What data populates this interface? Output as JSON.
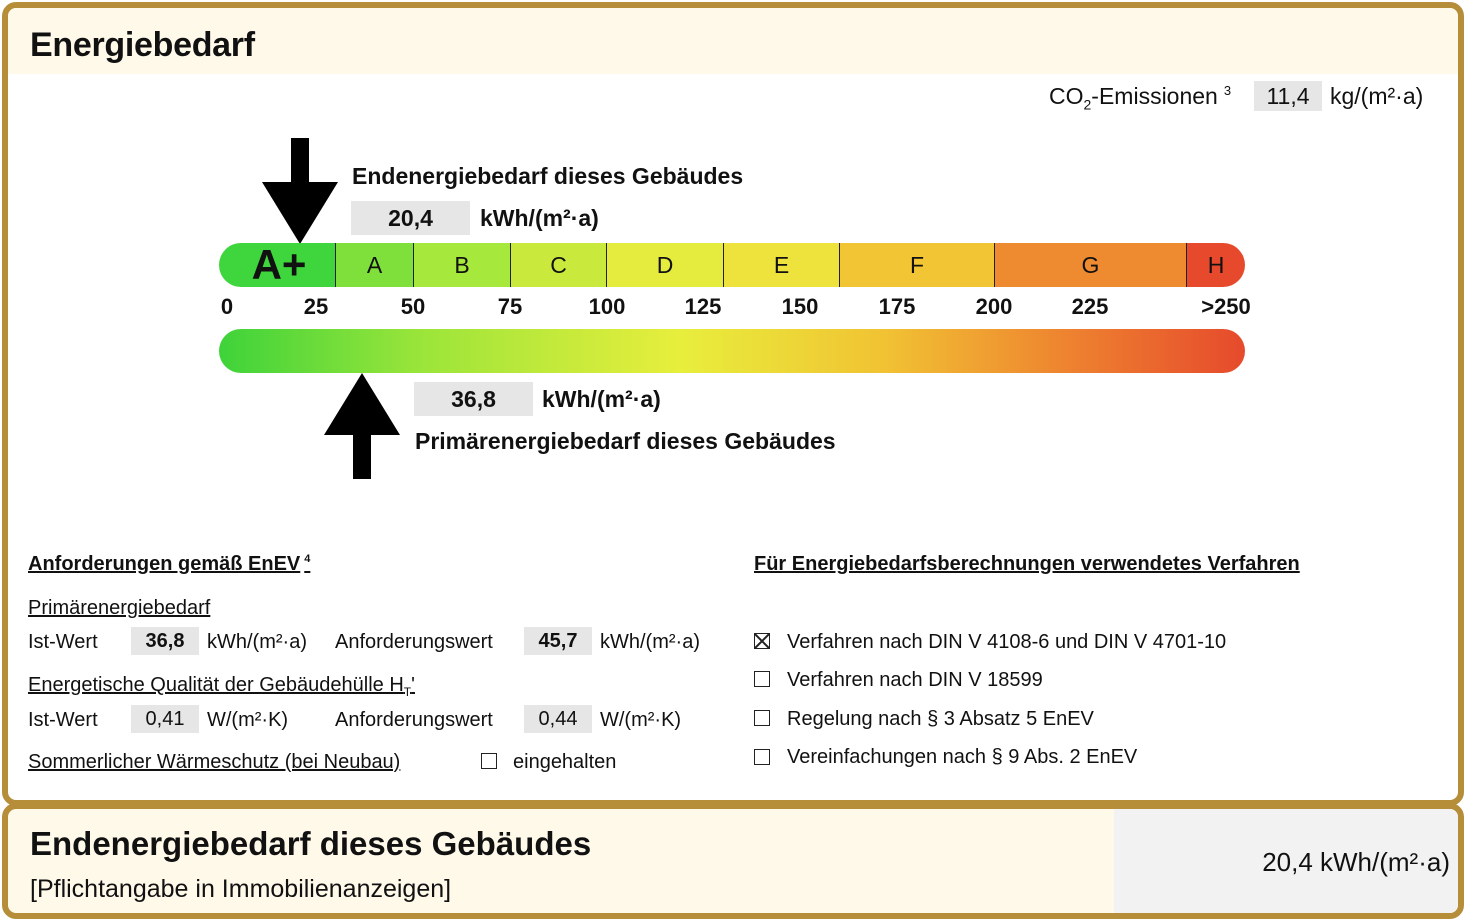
{
  "header": {
    "title": "Energiebedarf"
  },
  "co2": {
    "label": "CO",
    "sub": "2",
    "label_rest": "-Emissionen",
    "footnote": "3",
    "value": "11,4",
    "unit": "kg/(m²·a)"
  },
  "end_energy": {
    "label": "Endenergiebedarf dieses Gebäudes",
    "value": "20,4",
    "unit": "kWh/(m²·a)",
    "scale_value": 20.4
  },
  "primary_energy": {
    "label": "Primärenergiebedarf dieses Gebäudes",
    "value": "36,8",
    "unit": "kWh/(m²·a)",
    "scale_value": 36.8
  },
  "scale": {
    "classes": [
      {
        "label": "A+",
        "from": 0,
        "to": 30,
        "color": "#3fd53c"
      },
      {
        "label": "A",
        "from": 30,
        "to": 50,
        "color": "#7fe03c"
      },
      {
        "label": "B",
        "from": 50,
        "to": 75,
        "color": "#a6e83c"
      },
      {
        "label": "C",
        "from": 75,
        "to": 100,
        "color": "#c9ea3d"
      },
      {
        "label": "D",
        "from": 100,
        "to": 130,
        "color": "#e5ec3e"
      },
      {
        "label": "E",
        "from": 130,
        "to": 160,
        "color": "#eee23c"
      },
      {
        "label": "F",
        "from": 160,
        "to": 200,
        "color": "#f1c533"
      },
      {
        "label": "G",
        "from": 200,
        "to": 250,
        "color": "#ee8b31"
      },
      {
        "label": "H",
        "from": 250,
        "to": 265,
        "color": "#e6492c"
      }
    ],
    "ticks": [
      "0",
      "25",
      "50",
      "75",
      "100",
      "125",
      "150",
      "175",
      "200",
      "225",
      ">250"
    ]
  },
  "requirements": {
    "heading": "Anforderungen gemäß EnEV",
    "footnote": "4",
    "primary": {
      "title": "Primärenergiebedarf",
      "ist_label": "Ist-Wert",
      "ist_value": "36,8",
      "ist_unit": "kWh/(m²·a)",
      "anf_label": "Anforderungswert",
      "anf_value": "45,7",
      "anf_unit": "kWh/(m²·a)"
    },
    "envelope": {
      "title": "Energetische Qualität der Gebäudehülle H",
      "title_sub": "T",
      "title_suffix": "'",
      "ist_label": "Ist-Wert",
      "ist_value": "0,41",
      "ist_unit": "W/(m²·K)",
      "anf_label": "Anforderungswert",
      "anf_value": "0,44",
      "anf_unit": "W/(m²·K)"
    },
    "summer": {
      "title": "Sommerlicher Wärmeschutz (bei Neubau)",
      "check_label": "eingehalten",
      "checked": false
    }
  },
  "method": {
    "heading": "Für Energiebedarfsberechnungen verwendetes Verfahren",
    "options": [
      {
        "label": "Verfahren nach DIN V 4108-6 und DIN V 4701-10",
        "checked": true
      },
      {
        "label": "Verfahren nach DIN V 18599",
        "checked": false
      },
      {
        "label": "Regelung nach § 3 Absatz 5 EnEV",
        "checked": false
      },
      {
        "label": "Vereinfachungen nach § 9 Abs. 2 EnEV",
        "checked": false
      }
    ]
  },
  "footer": {
    "title": "Endenergiebedarf dieses Gebäudes",
    "subtitle": "[Pflichtangabe in Immobilienanzeigen]",
    "value": "20,4 kWh/(m²·a)"
  }
}
